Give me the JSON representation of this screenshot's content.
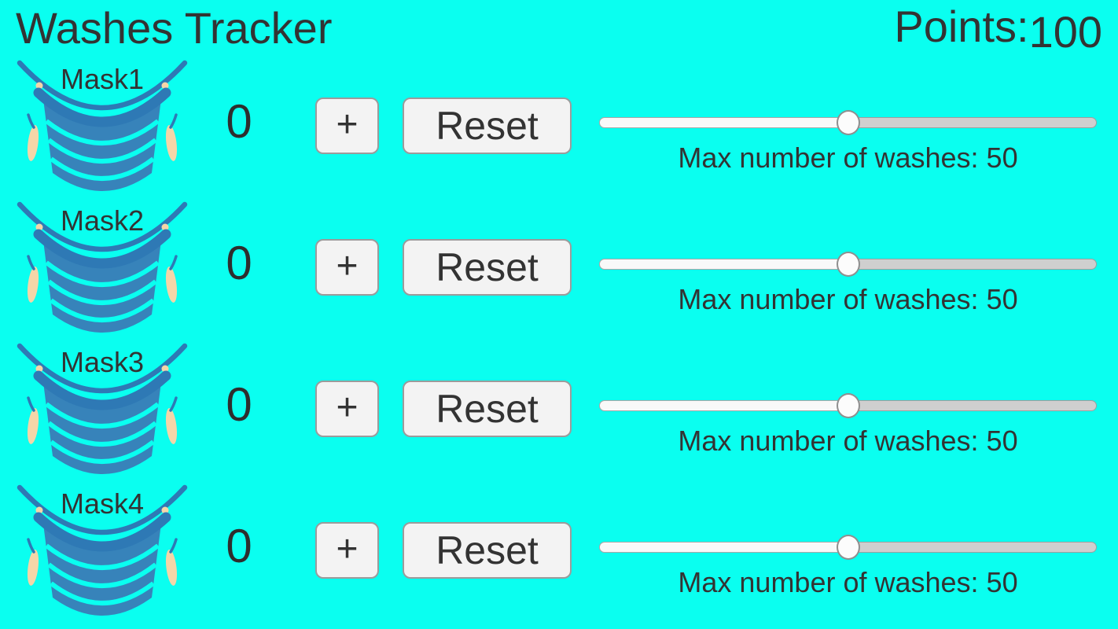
{
  "header": {
    "title": "Washes Tracker",
    "points_label": "Points:",
    "points_value": "100"
  },
  "colors": {
    "background": "#0AFFF0",
    "text": "#333333",
    "mask_body": "#3783BA",
    "mask_rim_strap": "#2E79B5",
    "mask_ear": "#F4D6A8",
    "button_bg": "#F3F3F3",
    "button_border": "#9B9B9B",
    "slider_track_filled": "#F9F9F9",
    "slider_track": "#CFCFCF",
    "slider_thumb": "#FCFCFC"
  },
  "rows": [
    {
      "mask_label": "Mask1",
      "count": "0",
      "plus_label": "+",
      "reset_label": "Reset",
      "slider_percent": 50,
      "max_label": "Max number of washes: 50"
    },
    {
      "mask_label": "Mask2",
      "count": "0",
      "plus_label": "+",
      "reset_label": "Reset",
      "slider_percent": 50,
      "max_label": "Max number of washes: 50"
    },
    {
      "mask_label": "Mask3",
      "count": "0",
      "plus_label": "+",
      "reset_label": "Reset",
      "slider_percent": 50,
      "max_label": "Max number of washes: 50"
    },
    {
      "mask_label": "Mask4",
      "count": "0",
      "plus_label": "+",
      "reset_label": "Reset",
      "slider_percent": 50,
      "max_label": "Max number of washes: 50"
    }
  ]
}
